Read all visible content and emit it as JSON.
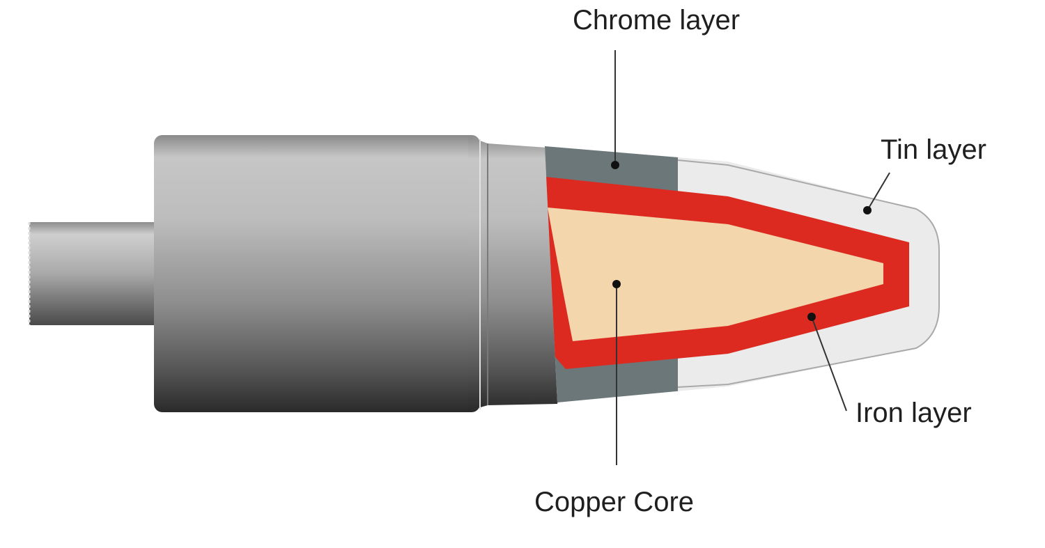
{
  "labels": {
    "chrome_layer": "Chrome layer",
    "tin_layer": "Tin layer",
    "copper_core": "Copper Core",
    "iron_layer": "Iron layer"
  },
  "colors": {
    "background": "#ffffff",
    "chrome": "#6c7779",
    "tin": "#ebebeb",
    "tin_outline": "#a9a9a9",
    "iron": "#dc2a20",
    "copper": "#f3d6ab",
    "barrel_light": "#c4c4c4",
    "barrel_dark": "#2c2c2c",
    "leader_line": "#333333",
    "label_text": "#1f1f1f"
  }
}
